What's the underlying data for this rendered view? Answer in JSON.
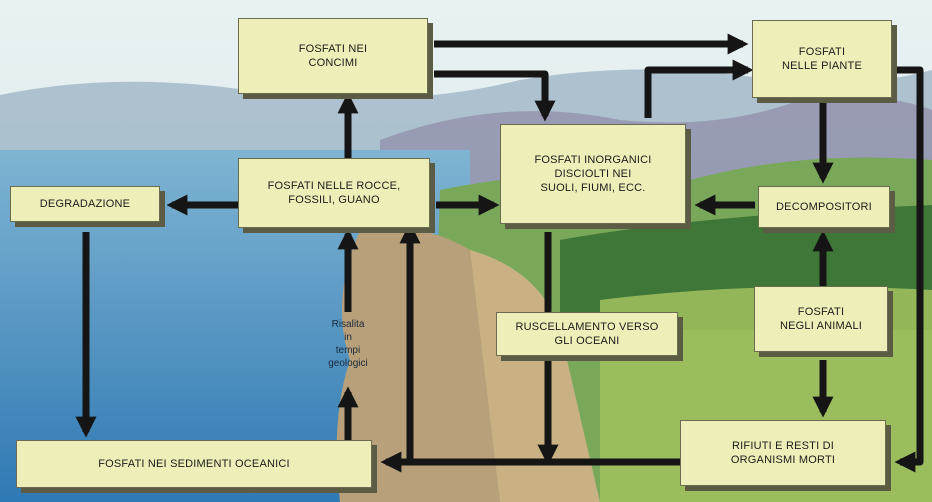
{
  "colors": {
    "box_fill": "#eeeeb8",
    "arrow": "#151515",
    "sea": "#3d86bd",
    "land": "#7aa85a"
  },
  "boxes": {
    "concimi": "FOSFATI NEI\nCONCIMI",
    "piante": "FOSFATI\nNELLE PIANTE",
    "degradazione": "DEGRADAZIONE",
    "rocce": "FOSFATI NELLE ROCCE,\nFOSSILI, GUANO",
    "inorganici": "FOSFATI INORGANICI\nDISCIOLTI NEI\nSUOLI, FIUMI, ECC.",
    "decompositori": "DECOMPOSITORI",
    "ruscellamento": "RUSCELLAMENTO VERSO\nGLI OCEANI",
    "animali": "FOSFATI\nNEGLI ANIMALI",
    "sedimenti": "FOSFATI NEI SEDIMENTI OCEANICI",
    "rifiuti": "RIFIUTI E RESTI DI\nORGANISMI MORTI"
  },
  "annotation": "Risalita\nin\ntempi\ngeologici"
}
